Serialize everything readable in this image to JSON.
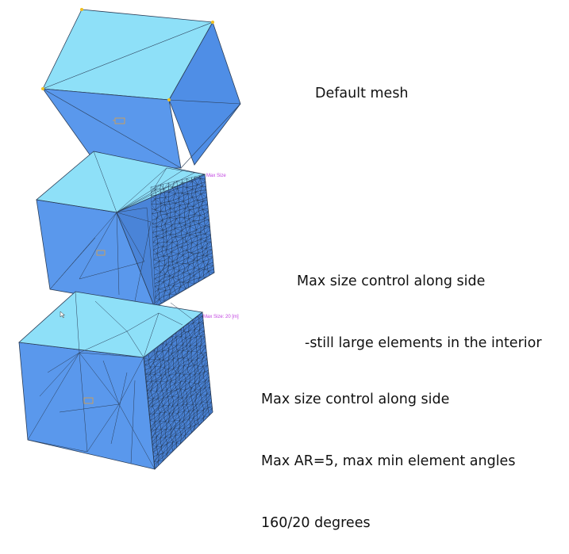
{
  "captions": {
    "default_mesh": "Default mesh",
    "side_control_line1": "Max size control along side",
    "side_control_line2": "-still large elements in the interior",
    "quality_line1": "Max size control along side",
    "quality_line2": "Max AR=5, max min element angles",
    "quality_line3": "160/20 degrees"
  },
  "annotations": {
    "middle_tag": "Max Size",
    "bottom_tag": "Max Size: 20 [m]"
  },
  "colors": {
    "top_face": "#8ee0f8",
    "front_face": "#5a98ec",
    "side_face": "#4e8ce4",
    "mesh_line": "#2b3e58",
    "vertex": "#f0c020",
    "annotation": "#c040e0"
  }
}
